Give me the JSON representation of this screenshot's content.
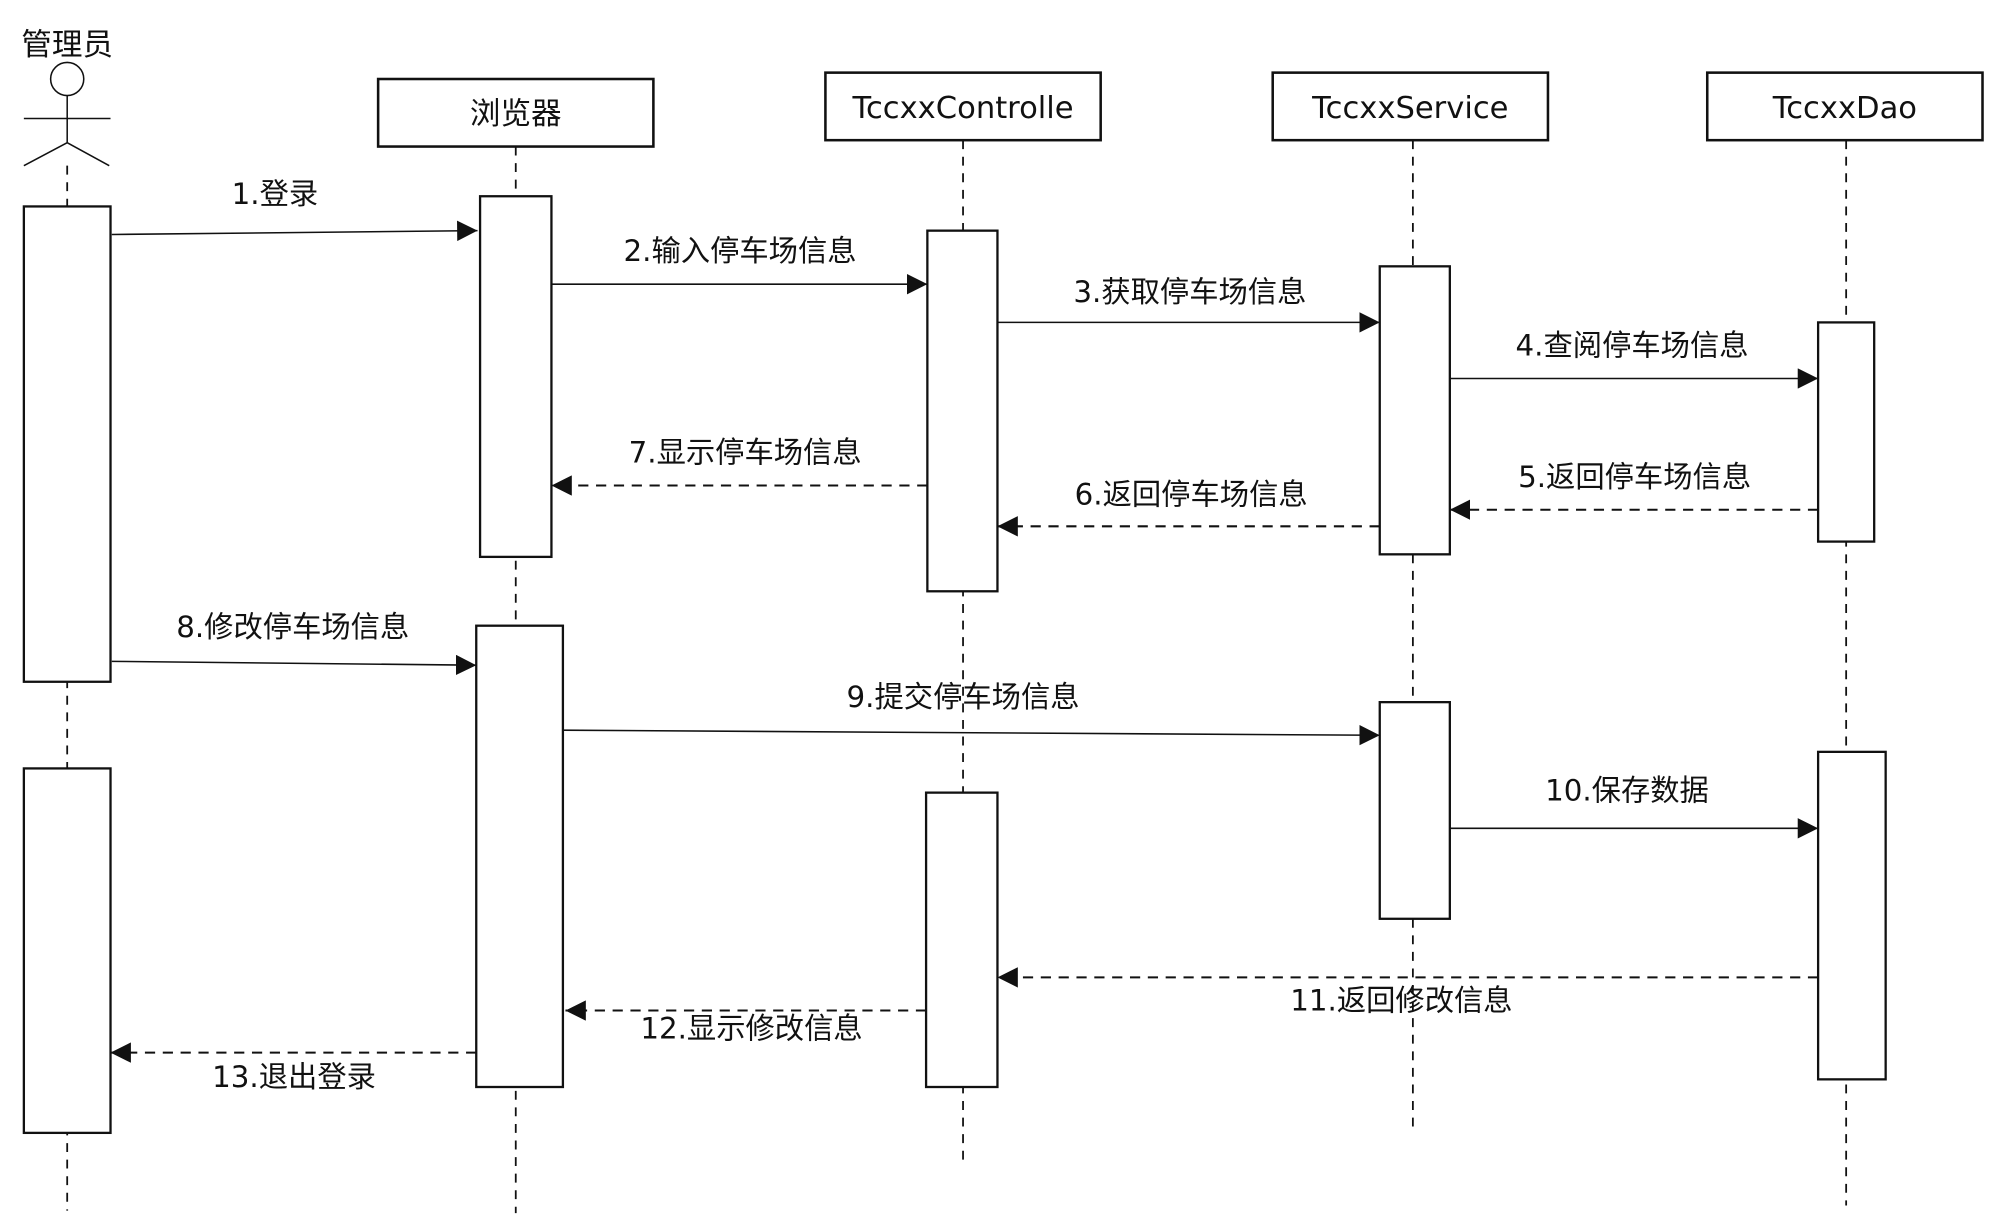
{
  "diagram": {
    "type": "sequence",
    "colors": {
      "line": "#111111",
      "background": "#ffffff"
    },
    "participants": [
      {
        "id": "admin",
        "label": "管理员",
        "kind": "actor"
      },
      {
        "id": "browser",
        "label": "浏览器",
        "kind": "object"
      },
      {
        "id": "controller",
        "label": "TccxxControlle",
        "kind": "object"
      },
      {
        "id": "service",
        "label": "TccxxService",
        "kind": "object"
      },
      {
        "id": "dao",
        "label": "TccxxDao",
        "kind": "object"
      }
    ],
    "messages": [
      {
        "label": "1.登录",
        "from": "admin",
        "to": "browser",
        "kind": "call"
      },
      {
        "label": "2.输入停车场信息",
        "from": "browser",
        "to": "controller",
        "kind": "call"
      },
      {
        "label": "3.获取停车场信息",
        "from": "controller",
        "to": "service",
        "kind": "call"
      },
      {
        "label": "4.查阅停车场信息",
        "from": "service",
        "to": "dao",
        "kind": "call"
      },
      {
        "label": "5.返回停车场信息",
        "from": "dao",
        "to": "service",
        "kind": "return"
      },
      {
        "label": "6.返回停车场信息",
        "from": "service",
        "to": "controller",
        "kind": "return"
      },
      {
        "label": "7.显示停车场信息",
        "from": "controller",
        "to": "browser",
        "kind": "return"
      },
      {
        "label": "8.修改停车场信息",
        "from": "admin",
        "to": "browser",
        "kind": "call"
      },
      {
        "label": "9.提交停车场信息",
        "from": "browser",
        "to": "service",
        "kind": "call"
      },
      {
        "label": "10.保存数据",
        "from": "service",
        "to": "dao",
        "kind": "call"
      },
      {
        "label": "11.返回修改信息",
        "from": "dao",
        "to": "controller",
        "kind": "return"
      },
      {
        "label": "12.显示修改信息",
        "from": "controller",
        "to": "browser",
        "kind": "return"
      },
      {
        "label": "13.退出登录",
        "from": "browser",
        "to": "admin",
        "kind": "return"
      }
    ]
  }
}
